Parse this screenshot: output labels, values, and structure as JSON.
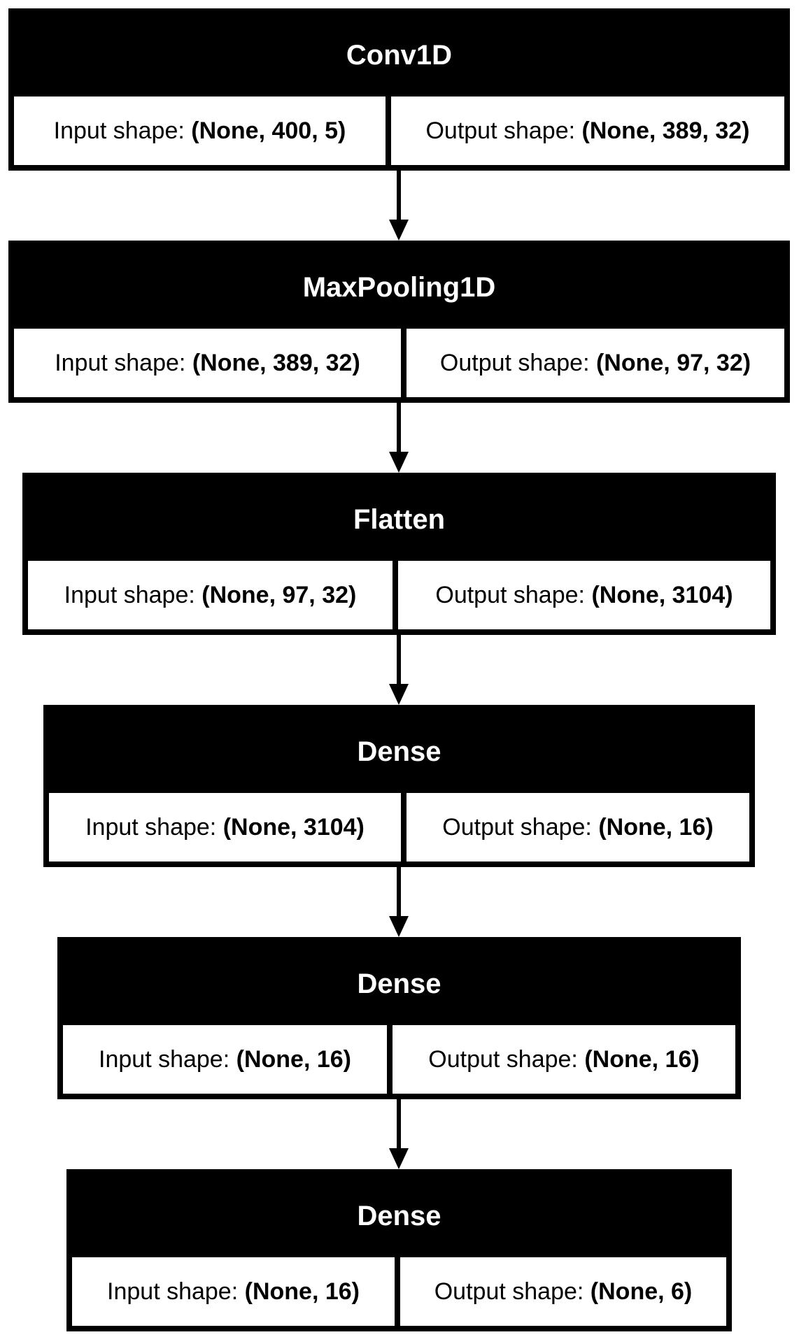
{
  "layers": [
    {
      "name": "Conv1D",
      "input_label": "Input shape:",
      "input_shape": "(None, 400, 5)",
      "output_label": "Output shape:",
      "output_shape": "(None, 389, 32)"
    },
    {
      "name": "MaxPooling1D",
      "input_label": "Input shape:",
      "input_shape": "(None, 389, 32)",
      "output_label": "Output shape:",
      "output_shape": "(None, 97, 32)"
    },
    {
      "name": "Flatten",
      "input_label": "Input shape:",
      "input_shape": "(None, 97, 32)",
      "output_label": "Output shape:",
      "output_shape": "(None, 3104)"
    },
    {
      "name": "Dense",
      "input_label": "Input shape:",
      "input_shape": "(None, 3104)",
      "output_label": "Output shape:",
      "output_shape": "(None, 16)"
    },
    {
      "name": "Dense",
      "input_label": "Input shape:",
      "input_shape": "(None, 16)",
      "output_label": "Output shape:",
      "output_shape": "(None, 16)"
    },
    {
      "name": "Dense",
      "input_label": "Input shape:",
      "input_shape": "(None, 16)",
      "output_label": "Output shape:",
      "output_shape": "(None, 6)"
    }
  ],
  "colors": {
    "header": "#000000",
    "header_text": "#ffffff",
    "cell": "#ffffff",
    "edge": "#000000"
  }
}
